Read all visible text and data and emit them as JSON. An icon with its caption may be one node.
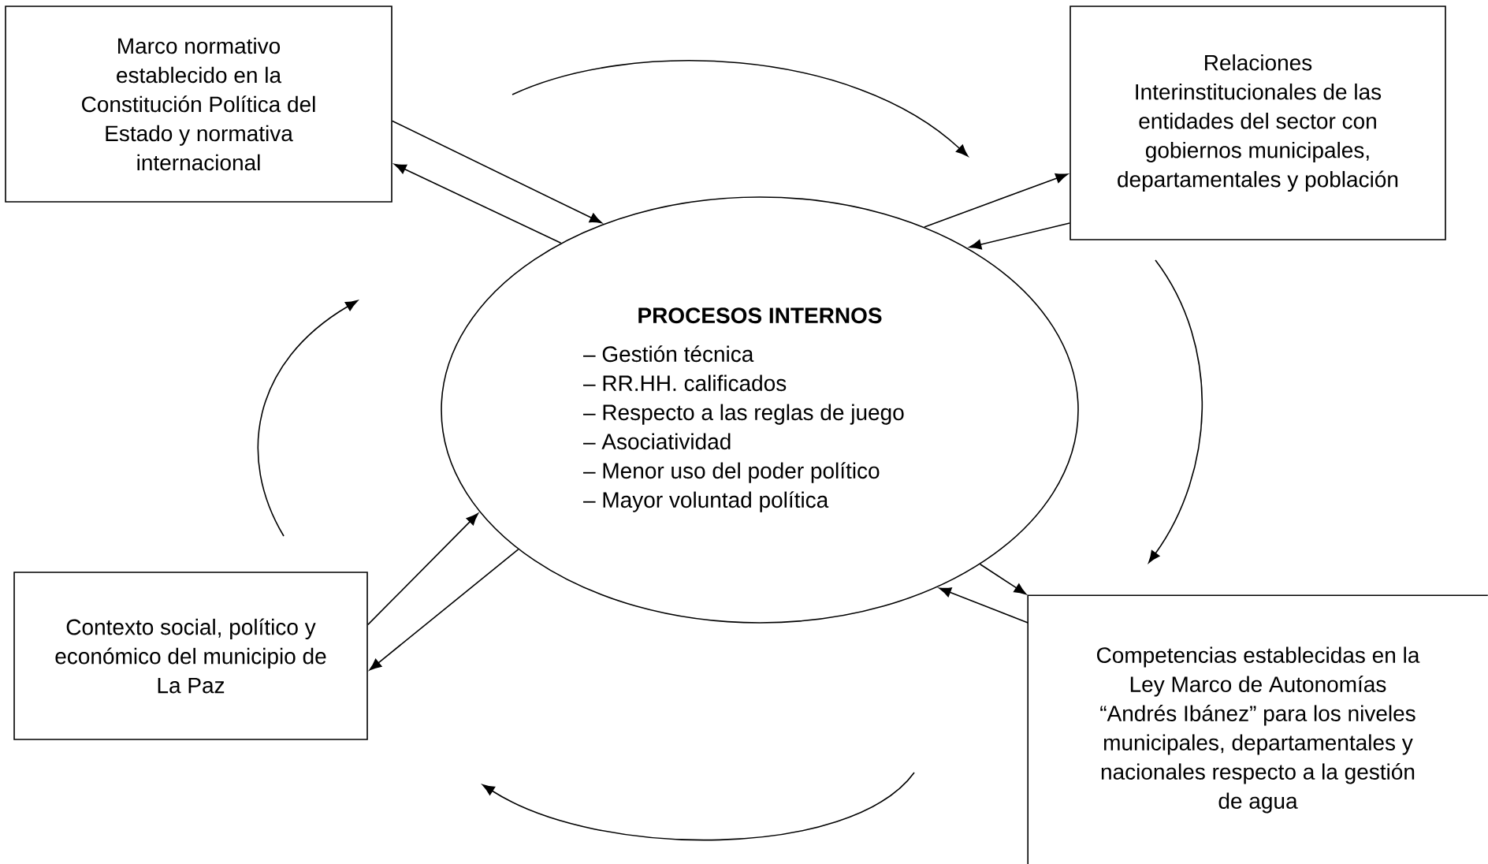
{
  "diagram": {
    "nodes": [
      {
        "text": [
          "Marco normativo establecido en la Constitución Política del Estado y normativa internacional"
        ]
      },
      {
        "text": [
          "Relaciones Interinstitucionales de las entidades del sector con gobiernos municipales, departamentales y población"
        ]
      },
      {
        "text": [
          "PROCESOS INTERNOS",
          "– Gestión técnica",
          "– RR.HH. calificados",
          "– Respecto a las reglas de juego",
          "– Asociatividad",
          "– Menor uso del poder político",
          "– Mayor voluntad política"
        ]
      },
      {
        "text": [
          "Contexto social, político y económico del municipio de La Paz"
        ]
      },
      {
        "text": [
          "Competencias establecidas en la Ley Marco de Autonomías “Andrés Ibánez” para los niveles municipales, departamentales y nacionales respecto a la gestión de agua"
        ]
      }
    ],
    "edges": [
      {
        "from": 0,
        "to": 2,
        "arrow": "to"
      },
      {
        "from": 2,
        "to": 0,
        "arrow": "to"
      },
      {
        "from": 2,
        "to": 1,
        "arrow": "to"
      },
      {
        "from": 1,
        "to": 2,
        "arrow": "to"
      },
      {
        "from": 3,
        "to": 2,
        "arrow": "to"
      },
      {
        "from": 2,
        "to": 3,
        "arrow": "to"
      },
      {
        "from": 2,
        "to": 4,
        "arrow": "to"
      },
      {
        "from": 4,
        "to": 2,
        "arrow": "to"
      }
    ]
  }
}
